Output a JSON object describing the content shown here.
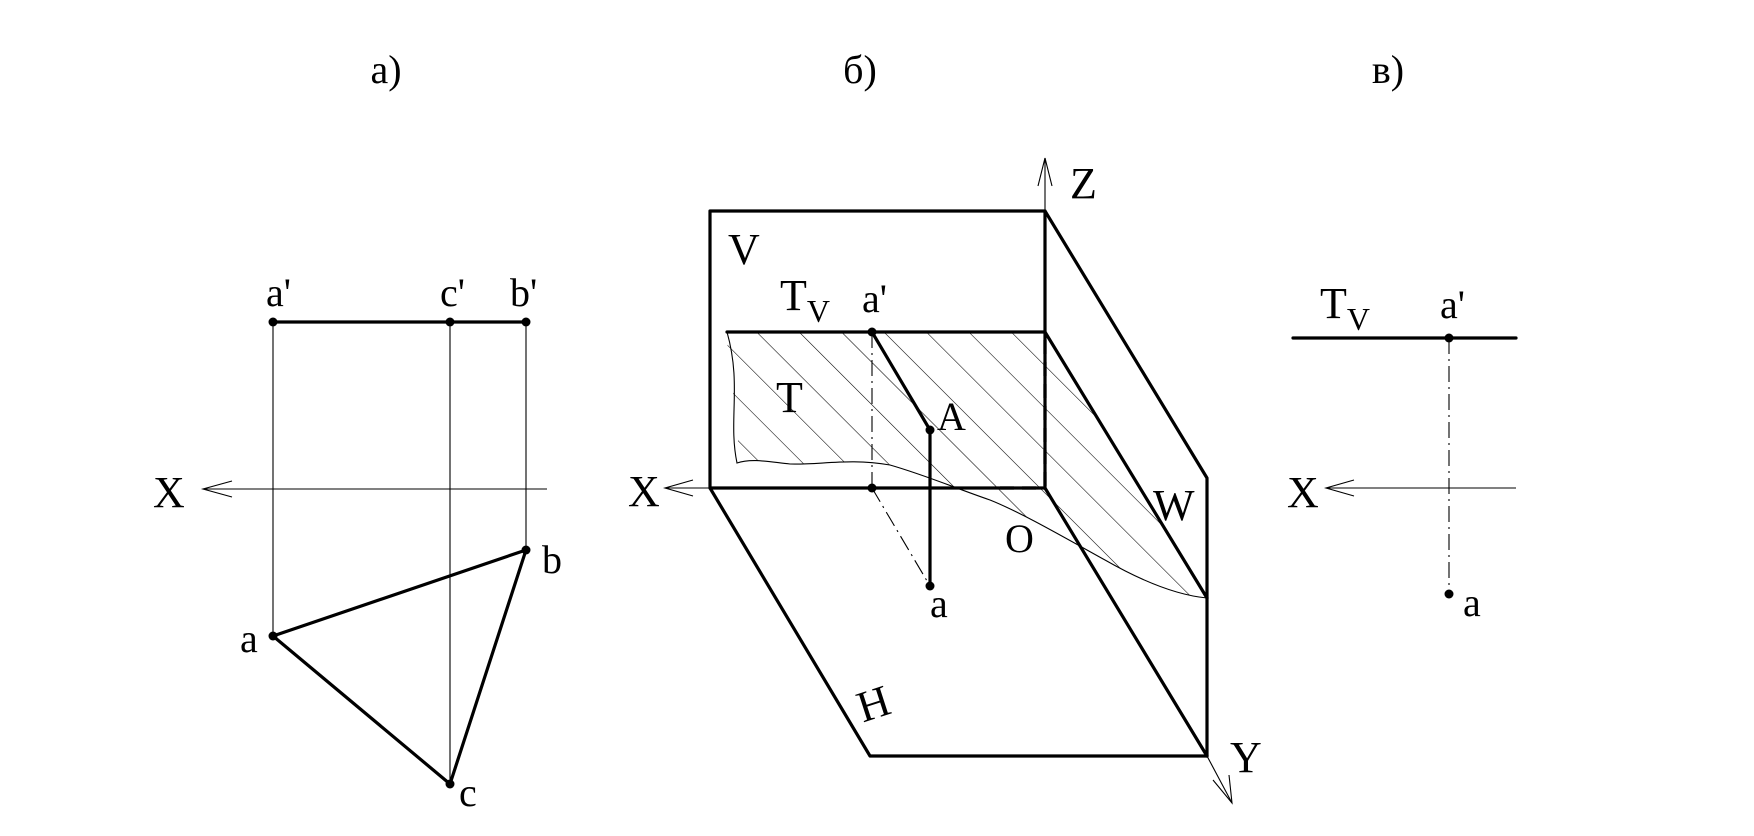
{
  "panels": {
    "a": {
      "title": "а)",
      "labels": {
        "x_axis": "X",
        "a_prime": "a'",
        "c_prime": "c'",
        "b_prime": "b'",
        "a": "a",
        "b": "b",
        "c": "c"
      }
    },
    "b": {
      "title": "б)",
      "labels": {
        "z_axis": "Z",
        "x_axis": "X",
        "y_axis": "Y",
        "plane_v": "V",
        "plane_h": "H",
        "plane_w": "W",
        "plane_t": "T",
        "trace_tv_main": "T",
        "trace_tv_sub": "V",
        "a_prime": "a'",
        "point_A": "A",
        "origin": "O",
        "a": "a"
      }
    },
    "c": {
      "title": "в)",
      "labels": {
        "trace_tv_main": "T",
        "trace_tv_sub": "V",
        "a_prime": "a'",
        "x_axis": "X",
        "a": "a"
      }
    }
  }
}
